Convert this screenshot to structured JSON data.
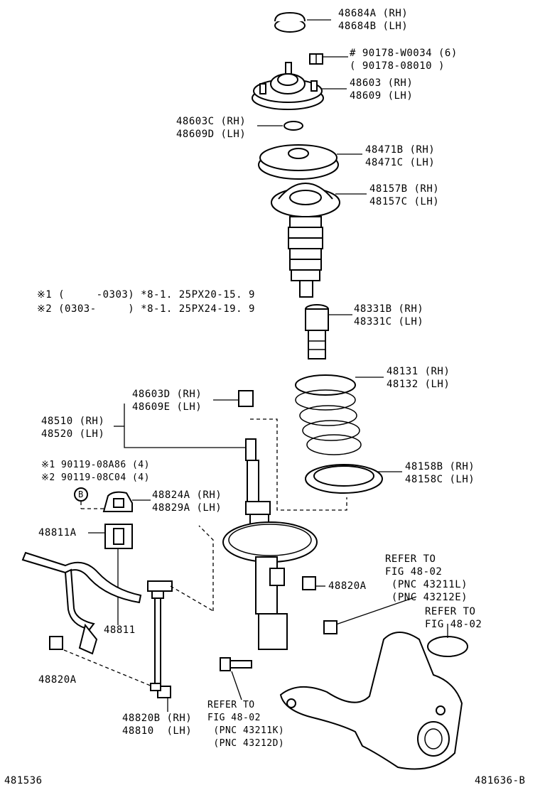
{
  "colors": {
    "ink": "#000000",
    "paper": "#ffffff"
  },
  "labels": {
    "cap": [
      "48684A (RH)",
      "48684B (LH)"
    ],
    "nut": [
      "# 90178-W0034 (6)",
      "( 90178-08010 )"
    ],
    "mount": [
      "48603 (RH)",
      "48609 (LH)"
    ],
    "bearing": [
      "48603C (RH)",
      "48609D (LH)"
    ],
    "upper_seat": [
      "48471B (RH)",
      "48471C (LH)"
    ],
    "insulator": [
      "48157B (RH)",
      "48157C (LH)"
    ],
    "note1": "※1 (     -0303) *8-1. 25PX20-15. 9",
    "note2": "※2 (0303-     ) *8-1. 25PX24-19. 9",
    "bumper": [
      "48331B (RH)",
      "48331C (LH)"
    ],
    "spring": [
      "48131 (RH)",
      "48132 (LH)"
    ],
    "top_nut": [
      "48603D (RH)",
      "48609E (LH)"
    ],
    "strut": [
      "48510 (RH)",
      "48520 (LH)"
    ],
    "bolt_notes": [
      "※1 90119-08A86 (4)",
      "※2 90119-08C04 (4)"
    ],
    "b_marker": "B",
    "bracket": [
      "48824A (RH)",
      "48829A (LH)"
    ],
    "lower_seat": [
      "48158B (RH)",
      "48158C (LH)"
    ],
    "bushing": "48811A",
    "nut_48820a_right": "48820A",
    "refer1": [
      "REFER TO",
      "FIG 48-02",
      " (PNC 43211L)",
      " (PNC 43212E)"
    ],
    "refer2": [
      "REFER TO",
      "FIG 48-02"
    ],
    "stabilizer_bar": "48811",
    "nut_48820a_left": "48820A",
    "link": [
      "48820B (RH)",
      "48810  (LH)"
    ],
    "refer3": [
      "REFER TO",
      "FIG 48-02",
      " (PNC 43211K)",
      " (PNC 43212D)"
    ],
    "footer_left": "481536",
    "footer_right": "481636-B"
  }
}
